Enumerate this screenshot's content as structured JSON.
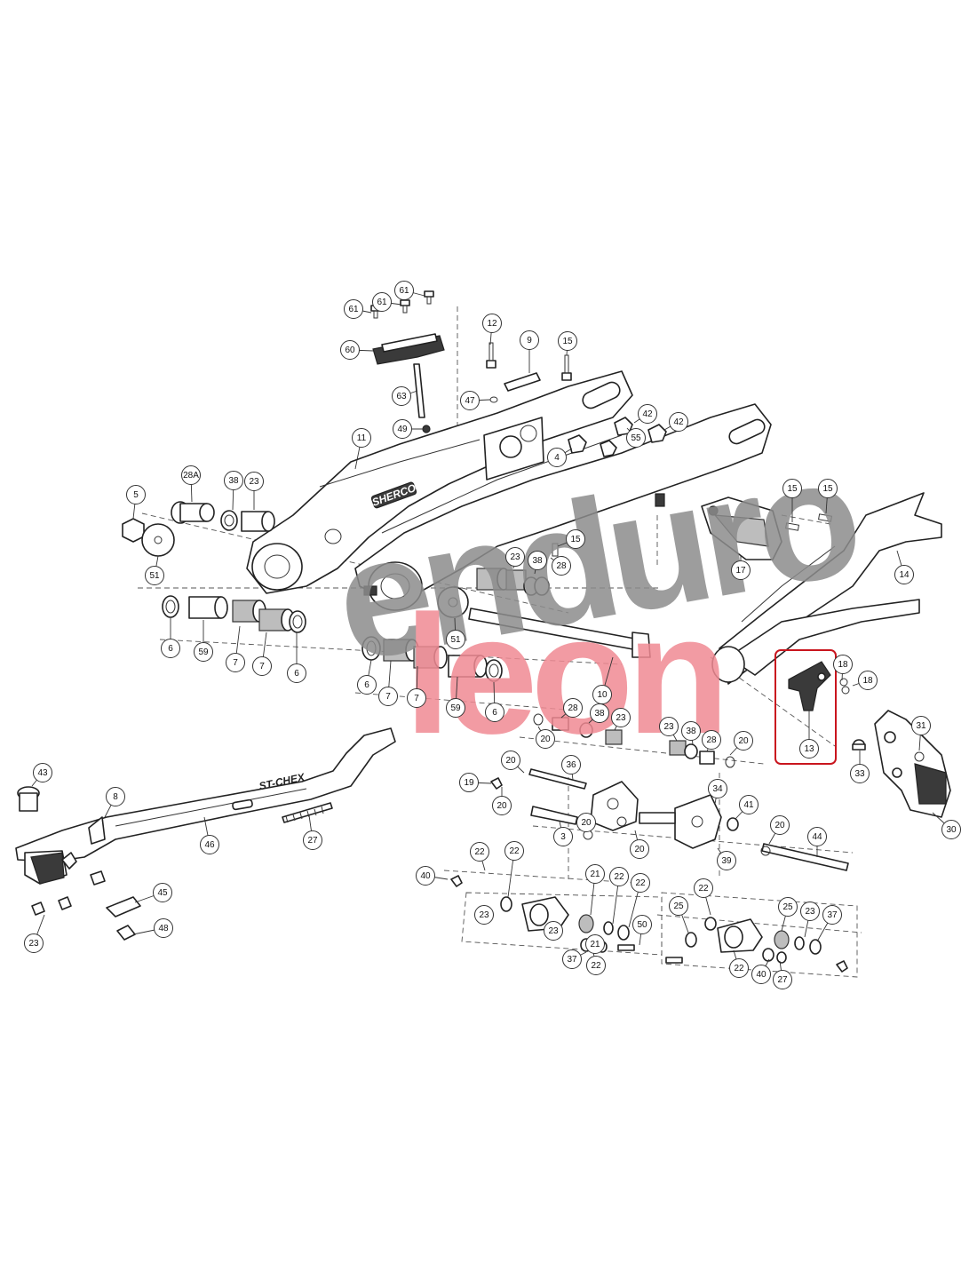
{
  "watermark": {
    "line1": "enduro",
    "line2": "leon",
    "color_gray": "#8c8c8c",
    "color_red": "#f08a93"
  },
  "brand_marks": {
    "swingarm": "SHERCO",
    "side_stand": "ST-CHEX"
  },
  "highlight": {
    "part": "13",
    "color": "#c9151e"
  },
  "callouts": [
    "61",
    "61",
    "61",
    "60",
    "63",
    "49",
    "12",
    "9",
    "47",
    "15",
    "4",
    "42",
    "55",
    "42",
    "11",
    "28A",
    "38",
    "23",
    "5",
    "51",
    "15",
    "28",
    "38",
    "23",
    "15",
    "15",
    "17",
    "14",
    "6",
    "59",
    "7",
    "7",
    "6",
    "51",
    "10",
    "6",
    "7",
    "7",
    "59",
    "6",
    "18",
    "18",
    "13",
    "20",
    "28",
    "38",
    "23",
    "23",
    "38",
    "28",
    "20",
    "31",
    "33",
    "30",
    "20",
    "19",
    "20",
    "36",
    "34",
    "3",
    "20",
    "41",
    "20",
    "39",
    "20",
    "44",
    "43",
    "8",
    "46",
    "27",
    "40",
    "22",
    "22",
    "23",
    "21",
    "22",
    "22",
    "23",
    "21",
    "22",
    "50",
    "45",
    "48",
    "23",
    "37",
    "22",
    "25",
    "25",
    "23",
    "37",
    "22",
    "40",
    "27"
  ]
}
